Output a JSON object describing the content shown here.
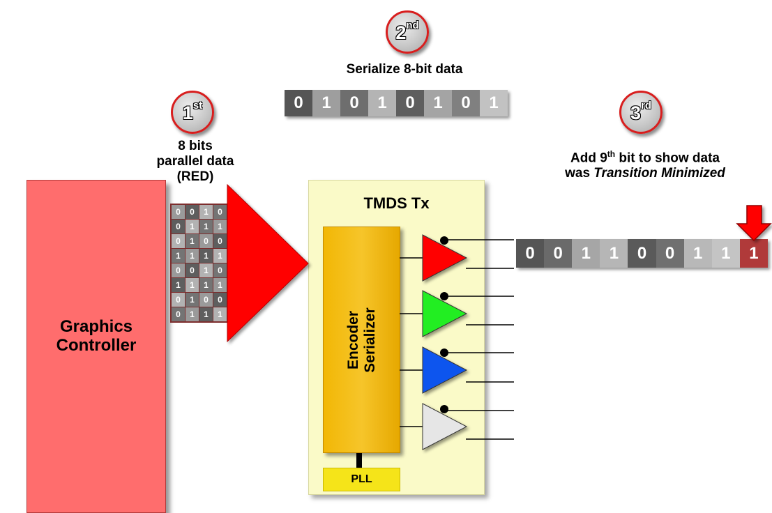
{
  "steps": {
    "first": {
      "num": "1",
      "sup": "st"
    },
    "second": {
      "num": "2",
      "sup": "nd"
    },
    "third": {
      "num": "3",
      "sup": "rd"
    }
  },
  "captions": {
    "serialize": "Serialize 8-bit data",
    "parallel_line1": "8 bits",
    "parallel_line2": "parallel data",
    "parallel_line3": "(RED)",
    "add9_pre": "Add 9",
    "add9_sup": "th",
    "add9_post": " bit to show data",
    "was": "was ",
    "transition": "Transition Minimized"
  },
  "serialized_bits": [
    "0",
    "1",
    "0",
    "1",
    "0",
    "1",
    "0",
    "1"
  ],
  "encoded_bits": [
    "0",
    "0",
    "1",
    "1",
    "0",
    "0",
    "1",
    "1",
    "1"
  ],
  "parallel_grid": [
    [
      "0",
      "0",
      "1",
      "0"
    ],
    [
      "0",
      "1",
      "1",
      "1"
    ],
    [
      "0",
      "1",
      "0",
      "0"
    ],
    [
      "1",
      "1",
      "1",
      "1"
    ],
    [
      "0",
      "0",
      "1",
      "0"
    ],
    [
      "1",
      "1",
      "1",
      "1"
    ],
    [
      "0",
      "1",
      "0",
      "0"
    ],
    [
      "0",
      "1",
      "1",
      "1"
    ]
  ],
  "graphics_controller": {
    "line1": "Graphics",
    "line2": "Controller"
  },
  "tmds": {
    "title": "TMDS Tx",
    "encoder_line1": "Encoder",
    "encoder_line2": "Serializer",
    "pll": "PLL"
  },
  "colors": {
    "red": "#ff0000",
    "green": "#22ee22",
    "blue": "#1155ee",
    "white": "#e6e6e6",
    "encoder": "#f2b705",
    "controller": "#ff6d6d",
    "tmds_bg": "#fafac8"
  }
}
